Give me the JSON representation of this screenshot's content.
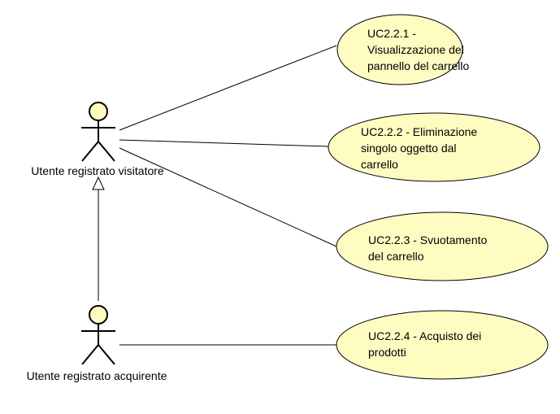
{
  "colors": {
    "background": "#ffffff",
    "usecase_fill": "#fffcc2",
    "actor_fill": "#fffcc2",
    "stroke": "#000000"
  },
  "actors": [
    {
      "id": "visitatore",
      "label": "Utente registrato visitatore"
    },
    {
      "id": "acquirente",
      "label": "Utente registrato acquirente"
    }
  ],
  "use_cases": [
    {
      "id": "uc221",
      "lines": [
        "UC2.2.1 -",
        "Visualizzazione del",
        "pannello del carrello"
      ]
    },
    {
      "id": "uc222",
      "lines": [
        "UC2.2.2 - Eliminazione",
        "singolo oggetto dal",
        "carrello"
      ]
    },
    {
      "id": "uc223",
      "lines": [
        "UC2.2.3 - Svuotamento",
        "del carrello"
      ]
    },
    {
      "id": "uc224",
      "lines": [
        "UC2.2.4 - Acquisto dei",
        "prodotti"
      ]
    }
  ],
  "associations": [
    {
      "from": "visitatore",
      "to": "uc221"
    },
    {
      "from": "visitatore",
      "to": "uc222"
    },
    {
      "from": "visitatore",
      "to": "uc223"
    },
    {
      "from": "acquirente",
      "to": "uc224"
    }
  ],
  "generalizations": [
    {
      "from": "acquirente",
      "to": "visitatore"
    }
  ]
}
